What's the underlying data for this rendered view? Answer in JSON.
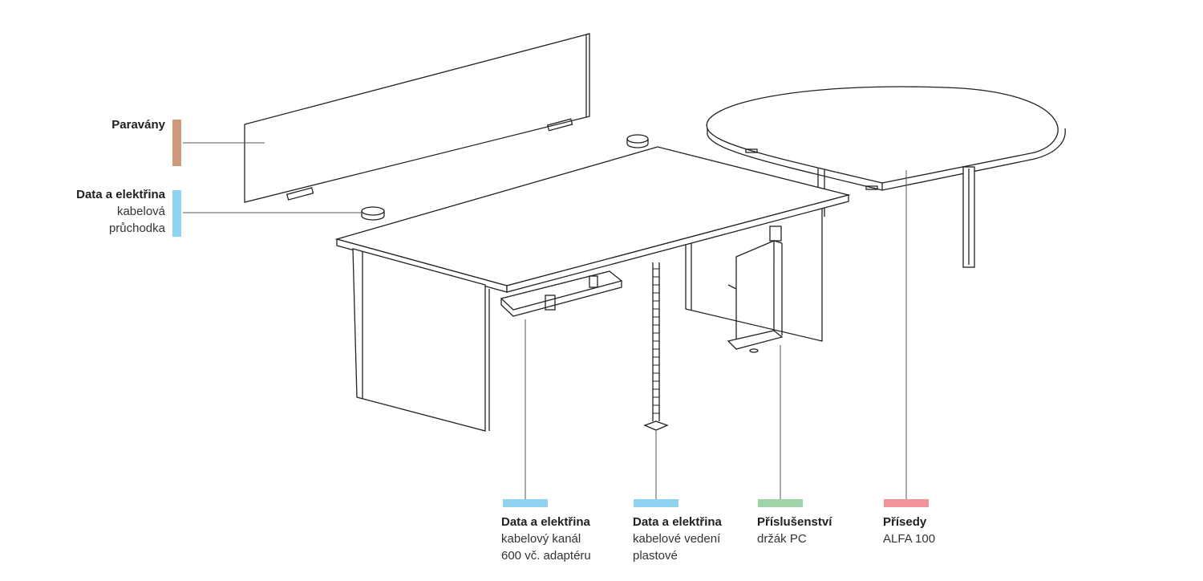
{
  "labels": {
    "screens": {
      "title": "Paravány",
      "lines": [],
      "color": "#cf9a7c"
    },
    "grommet": {
      "title": "Data a elektřina",
      "lines": [
        "kabelová",
        "průchodka"
      ],
      "color": "#8fd3f0"
    },
    "cable_tray": {
      "title": "Data a elektřina",
      "lines": [
        "kabelový kanál",
        "600 vč. adaptéru"
      ],
      "color": "#8fd3f0"
    },
    "cable_spine": {
      "title": "Data a elektřina",
      "lines": [
        "kabelové vedení",
        "plastové"
      ],
      "color": "#8fd3f0"
    },
    "pc_holder": {
      "title": "Příslušenství",
      "lines": [
        "držák PC"
      ],
      "color": "#9fd3a8"
    },
    "extension": {
      "title": "Přísedy",
      "lines": [
        "ALFA 100"
      ],
      "color": "#f2939b"
    }
  }
}
